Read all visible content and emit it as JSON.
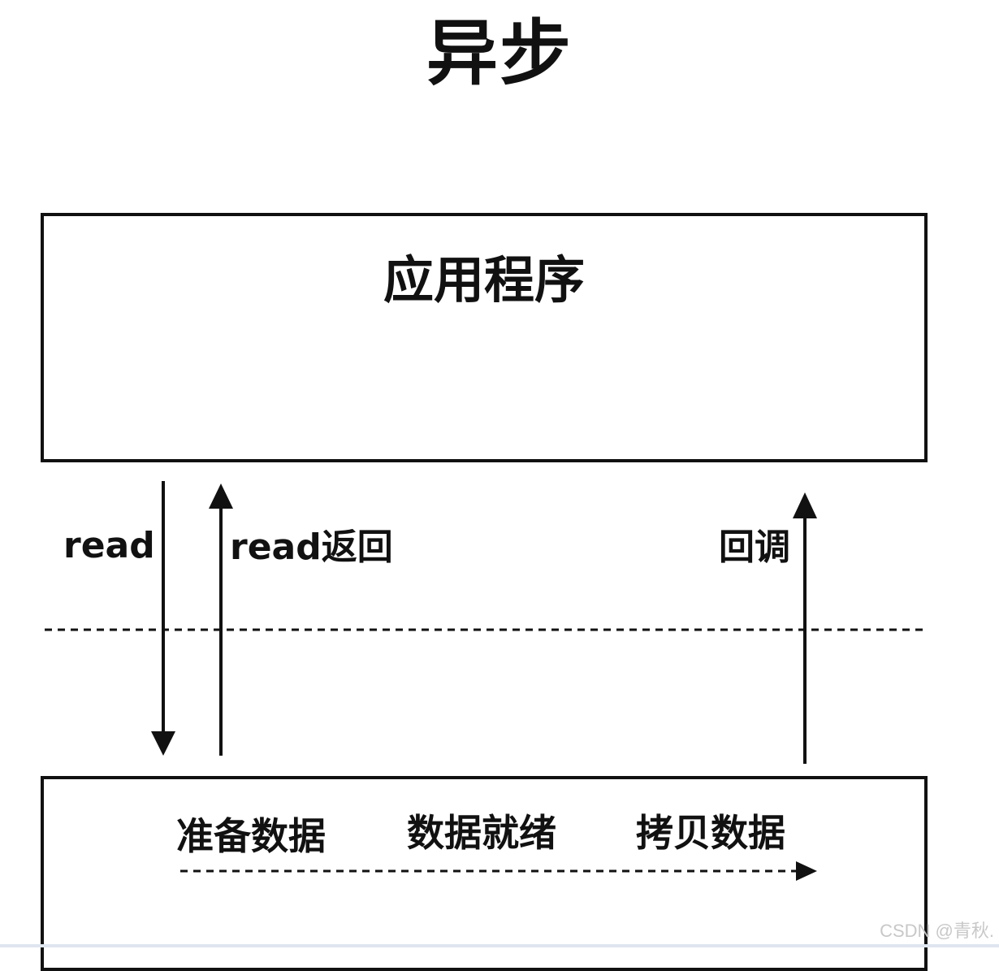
{
  "title": "异步",
  "application": {
    "label": "应用程序"
  },
  "arrows": {
    "read": "read",
    "read_return": "read返回",
    "callback": "回调"
  },
  "kernel": {
    "stages": [
      "准备数据",
      "数据就绪",
      "拷贝数据"
    ]
  },
  "watermark": "CSDN @青秋."
}
